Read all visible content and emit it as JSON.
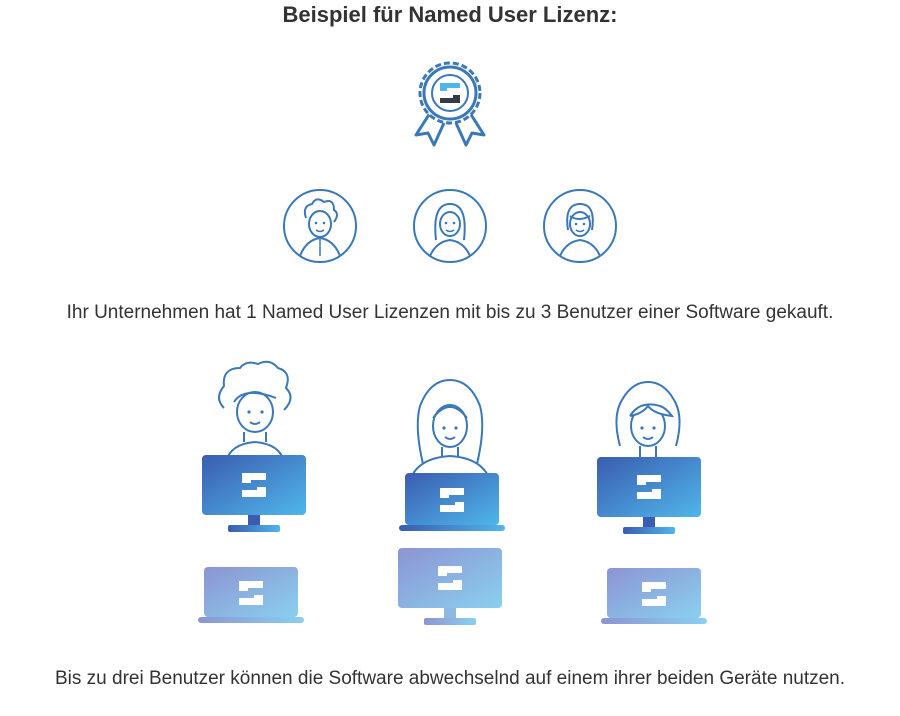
{
  "title": "Beispiel für Named User Lizenz:",
  "caption_top": "Ihr Unternehmen hat 1 Named User Lizenzen mit bis zu 3 Benutzer einer Software gekauft.",
  "caption_bottom": "Bis zu drei Benutzer können die Software abwechselnd auf einem ihrer beiden Geräte nutzen.",
  "icons": {
    "badge": "license-badge-icon",
    "users": [
      "curly-man-avatar-icon",
      "long-hair-woman-avatar-icon",
      "short-hair-woman-avatar-icon"
    ],
    "devices": [
      "desktop-monitor-icon",
      "laptop-icon"
    ]
  },
  "colors": {
    "line": "#3a78b8",
    "device_dark": "#3b5cb0",
    "device_light": "#4fb6ea",
    "device_soft_start": "#8c94d2",
    "device_soft_end": "#8ad0f0",
    "text": "#333333"
  }
}
